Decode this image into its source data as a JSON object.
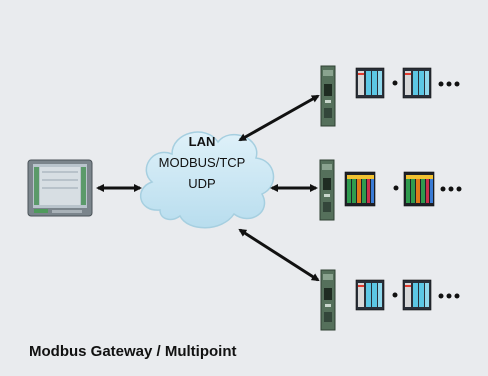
{
  "network": {
    "lan_label": "LAN",
    "protocol_label": "MODBUS/TCP",
    "transport_label": "UDP"
  },
  "caption": "Modbus Gateway / Multipoint",
  "colors": {
    "background": "#e9ebee",
    "cloud": "#c9e6f3",
    "gateway": "#55705b",
    "io_module": "#5cc7e4",
    "arrow": "#111111"
  },
  "icons": [
    "hmi-panel-icon",
    "cloud-icon",
    "gateway-icon",
    "io-rack-icon",
    "ellipsis-icon"
  ]
}
